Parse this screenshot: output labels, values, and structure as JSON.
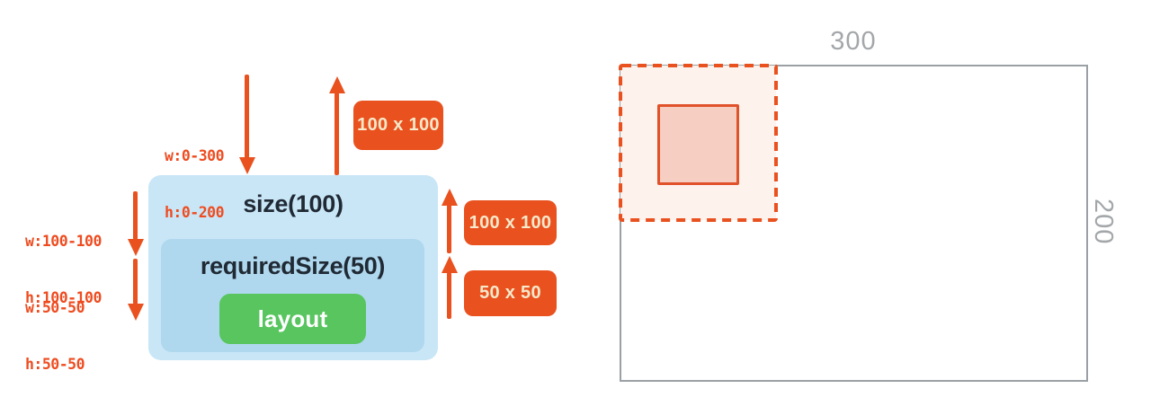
{
  "colors": {
    "accent_orange": "#E9511F",
    "constraint_text_orange": "#EE4C20",
    "size_box_blue": "#C9E6F7",
    "required_size_box_blue": "#AFD8EE",
    "layout_green": "#58C55F",
    "badge_text_cream": "#F7E9CA",
    "dark_label": "#202A35",
    "dimension_gray": "#A4A7AA",
    "parent_rect_border_gray": "#9AA0A4",
    "constraint_region_fill": "#FDF2EC",
    "measured_box_fill": "#F6CEC2",
    "measured_box_border": "#E0522A"
  },
  "left_diagram": {
    "size_box_label": "size(100)",
    "required_size_box_label": "requiredSize(50)",
    "layout_box_label": "layout",
    "constraints_incoming": {
      "w_line": "w:0-300",
      "h_line": "h:0-200"
    },
    "constraints_after_size": {
      "w_line": "w:100-100",
      "h_line": "h:100-100"
    },
    "constraints_after_required_size": {
      "w_line": "w:50-50",
      "h_line": "h:50-50"
    },
    "result_badge_top": "100 x 100",
    "result_badge_size": "100 x 100",
    "result_badge_required_size": "50 x 50"
  },
  "right_diagram": {
    "width_label": "300",
    "height_label": "200"
  }
}
